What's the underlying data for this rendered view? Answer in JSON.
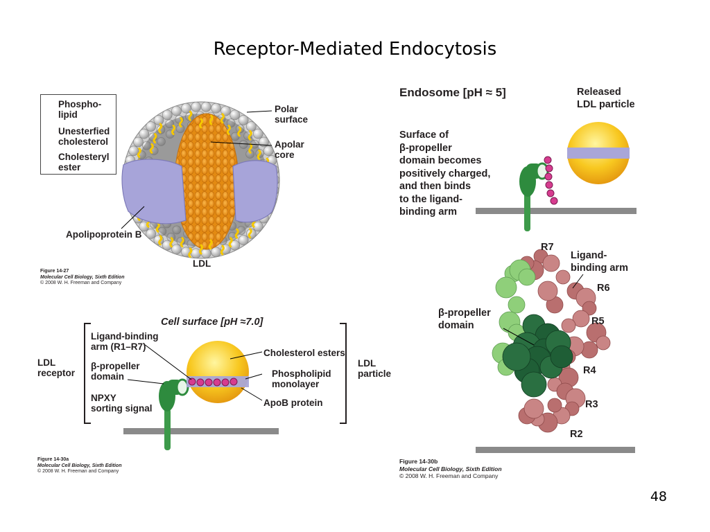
{
  "slide": {
    "title": "Receptor-Mediated Endocytosis",
    "page_number": "48"
  },
  "fig_ldl": {
    "legend": {
      "phospholipid": "Phospho-\nlipid",
      "unesterified_cholesterol": "Unesterfied\ncholesterol",
      "cholesteryl_ester": "Cholesteryl\nester"
    },
    "labels": {
      "polar_surface": "Polar\nsurface",
      "apolar_core": "Apolar\ncore",
      "apolipoprotein_b": "Apolipoprotein B",
      "ldl": "LDL"
    },
    "caption": {
      "figure": "Figure 14-27",
      "book": "Molecular Cell Biology, Sixth Edition",
      "copyright": "© 2008 W. H. Freeman and Company"
    }
  },
  "fig_cell_surface": {
    "header": "Cell surface [pH ≈7.0]",
    "labels": {
      "ldl_receptor": "LDL\nreceptor",
      "ligand_binding_arm": "Ligand-binding\narm (R1–R7)",
      "beta_propeller": "β-propeller\ndomain",
      "npxy": "NPXY\nsorting signal",
      "cholesterol_esters": "Cholesterol esters",
      "phospholipid_monolayer": "Phospholipid\nmonolayer",
      "apob_protein": "ApoB protein",
      "ldl_particle": "LDL\nparticle"
    },
    "caption": {
      "figure": "Figure 14-30a",
      "book": "Molecular Cell Biology, Sixth Edition",
      "copyright": "© 2008 W. H. Freeman and Company"
    }
  },
  "fig_endosome": {
    "header": "Endosome [pH ≈ 5]",
    "labels": {
      "released_ldl": "Released\nLDL particle",
      "surface_text": "Surface of\nβ-propeller\ndomain becomes\npositively charged,\nand then binds\nto the ligand-\nbinding arm",
      "ligand_binding_arm": "Ligand-\nbinding arm",
      "beta_propeller": "β-propeller\ndomain",
      "r7": "R7",
      "r6": "R6",
      "r5": "R5",
      "r4": "R4",
      "r3": "R3",
      "r2": "R2"
    },
    "caption": {
      "figure": "Figure 14-30b",
      "book": "Molecular Cell Biology, Sixth Edition",
      "copyright": "© 2008 W. H. Freeman and Company"
    }
  },
  "colors": {
    "membrane": "#8a8a8a",
    "receptor_green": "#2e8b3e",
    "propeller_dark": "#1f5e36",
    "propeller_light": "#8fcf7a",
    "ligand_arm": "#c07a7a",
    "ldl_yellow": "#f6c21a",
    "monolayer_purple": "#a9a6d8",
    "bead_magenta": "#d63c8f",
    "apob_lavender": "#a7a4d9"
  }
}
